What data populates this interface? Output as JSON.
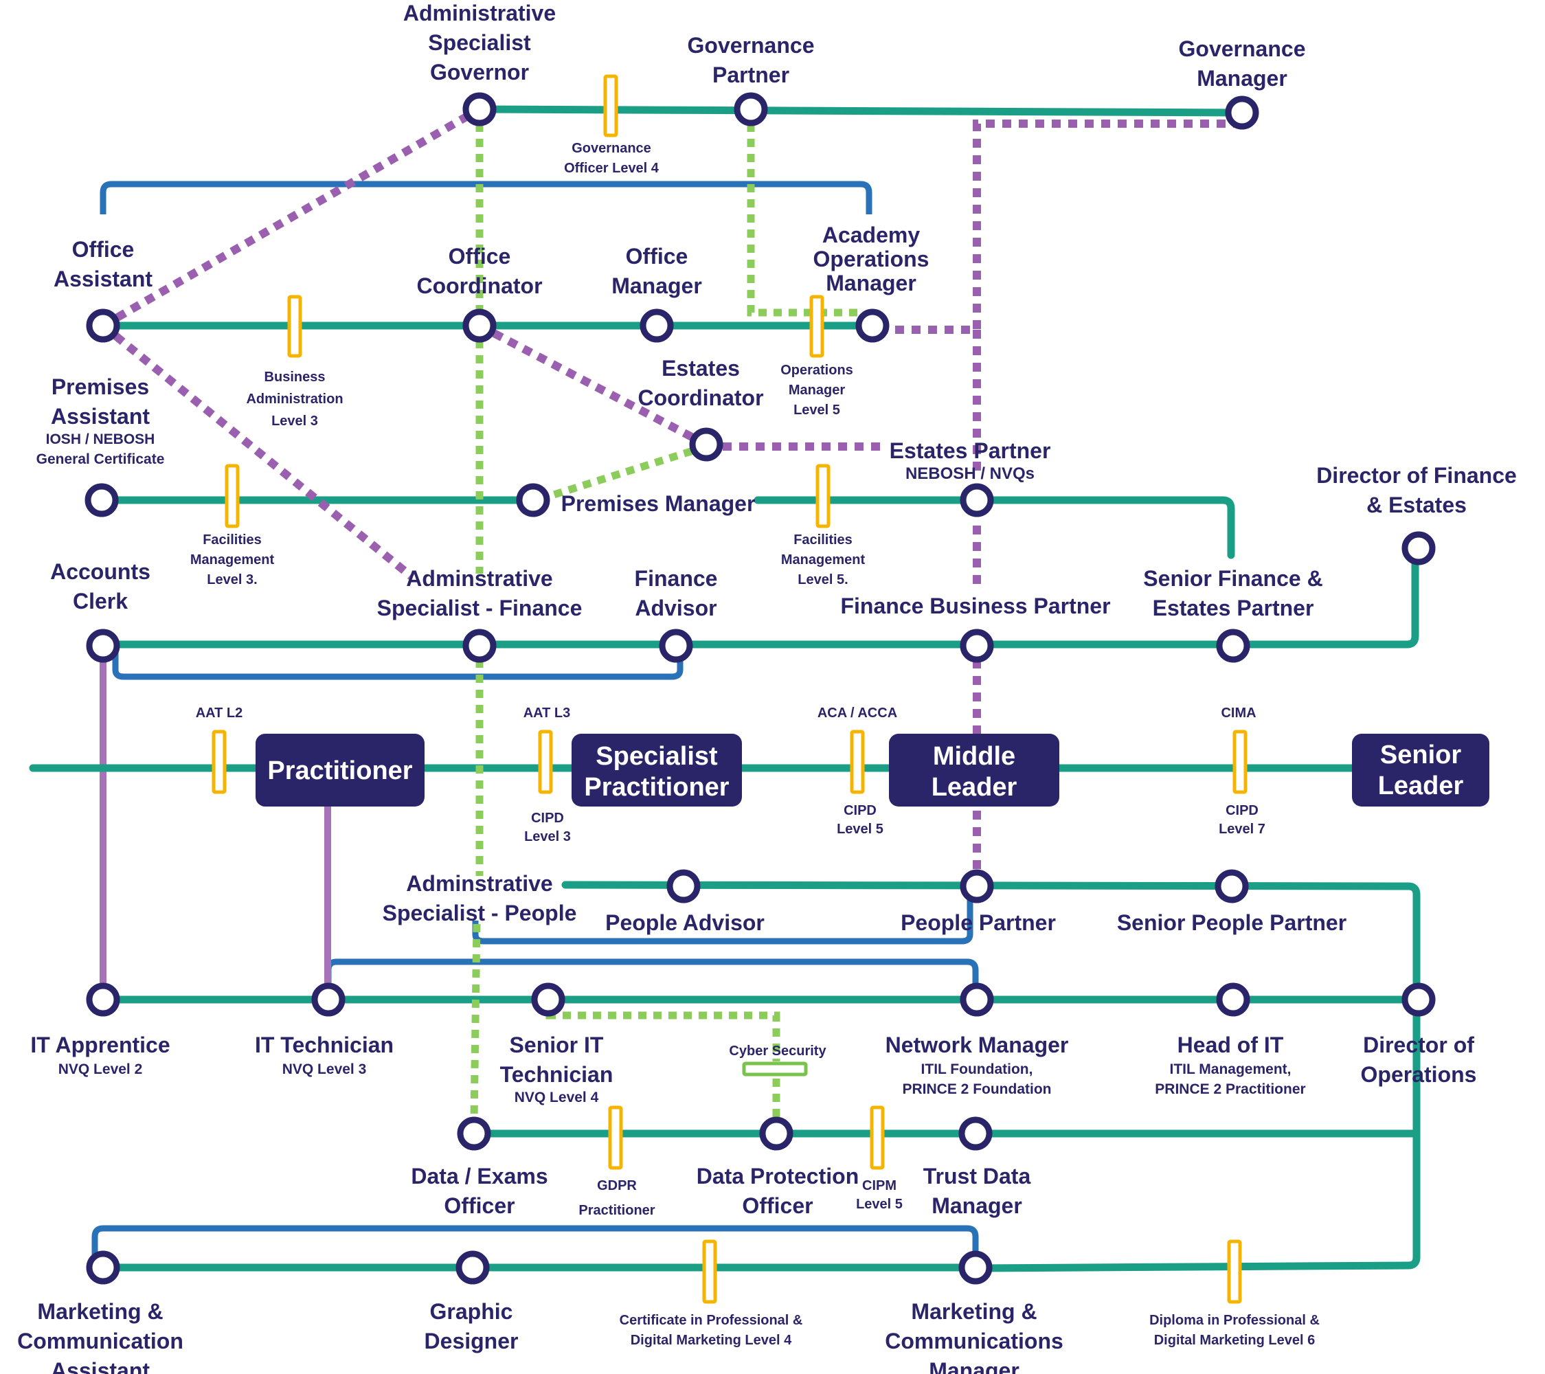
{
  "colors": {
    "line": "#1a9e86",
    "connector": "#2a72b8",
    "apprentice_link": "#a772b8",
    "dotted_purple": "#9b5fb0",
    "dotted_green": "#8ccc5a",
    "qualification": "#f5b400",
    "cyber": "#79c24c",
    "station": "#2a2469",
    "tier_box": "#2a2469"
  },
  "tiers": [
    "Practitioner",
    "Specialist Practitioner",
    "Middle Leader",
    "Senior Leader"
  ],
  "stations": {
    "admin_gov": "Administrative Specialist Governor",
    "gov_partner": "Governance Partner",
    "gov_manager": "Governance Manager",
    "office_assistant": "Office Assistant",
    "office_coordinator": "Office Coordinator",
    "office_manager": "Office Manager",
    "academy_ops": "Academy Operations Manager",
    "premises_assistant": "Premises Assistant",
    "premises_assistant_note": "IOSH / NEBOSH General Certificate",
    "estates_coordinator": "Estates Coordinator",
    "premises_manager": "Premises Manager",
    "estates_partner": "Estates Partner",
    "estates_partner_note": "NEBOSH / NVQs",
    "director_fin": "Director of Finance & Estates",
    "accounts_clerk": "Accounts Clerk",
    "admin_finance": "Adminstrative Specialist - Finance",
    "finance_advisor": "Finance Advisor",
    "finance_bp": "Finance Business Partner",
    "senior_fin": "Senior Finance & Estates Partner",
    "admin_people": "Adminstrative Specialist - People",
    "people_advisor": "People Advisor",
    "people_partner": "People Partner",
    "senior_people": "Senior People Partner",
    "it_apprentice": "IT Apprentice",
    "it_apprentice_note": "NVQ Level 2",
    "it_tech": "IT Technician",
    "it_tech_note": "NVQ Level 3",
    "senior_it": "Senior IT Technician",
    "senior_it_note": "NVQ Level 4",
    "network_manager": "Network  Manager",
    "network_manager_note1": "ITIL Foundation,",
    "network_manager_note2": "PRINCE 2 Foundation",
    "head_it": "Head of IT",
    "head_it_note1": "ITIL Management,",
    "head_it_note2": "PRINCE 2 Practitioner",
    "director_ops": "Director of Operations",
    "data_exams": "Data / Exams Officer",
    "dpo": "Data Protection Officer",
    "trust_data": "Trust Data Manager",
    "mc_assistant": "Marketing & Communication Assistant",
    "graphic": "Graphic Designer",
    "mc_manager": "Marketing & Communications Manager"
  },
  "qualifications": {
    "gov_officer": "Governance Officer Level 4",
    "bus_admin": "Business Administration Level 3",
    "ops_manager": "Operations Manager Level 5",
    "fm3": "Facilities Management Level 3.",
    "fm5": "Facilities Management Level 5.",
    "aat2": "AAT L2",
    "aat3": "AAT L3",
    "aca": "ACA / ACCA",
    "cima": "CIMA",
    "cipd3": "CIPD Level 3",
    "cipd5": "CIPD Level 5",
    "cipd7": "CIPD Level 7",
    "cyber": "Cyber Security",
    "gdpr": "GDPR Practitioner",
    "cipm": "CIPM Level 5",
    "cert_pdm": "Certificate in Professional & Digital Marketing Level 4",
    "dip_pdm": "Diploma in Professional & Digital Marketing Level 6"
  }
}
